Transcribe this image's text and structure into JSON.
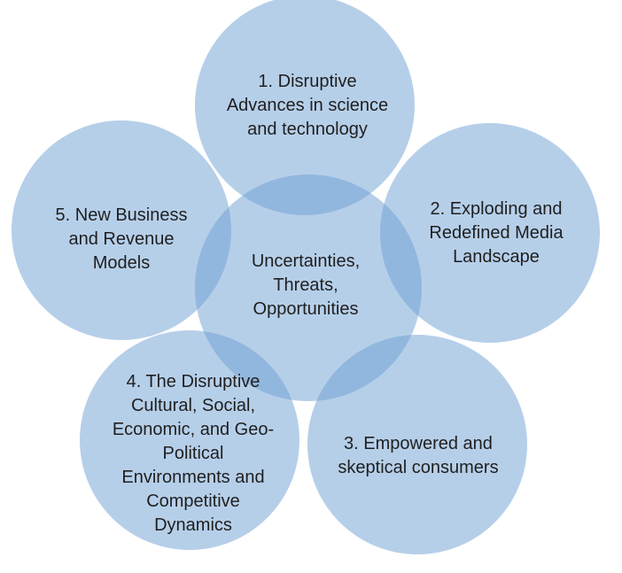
{
  "diagram": {
    "fill_color": "#6e9fd3",
    "center": {
      "lines": [
        "Uncertainties,",
        "Threats,",
        "Opportunities"
      ]
    },
    "petals": [
      {
        "lines": [
          "1. Disruptive",
          "Advances in science",
          "and technology"
        ]
      },
      {
        "lines": [
          "2. Exploding and",
          "Redefined Media",
          "Landscape"
        ]
      },
      {
        "lines": [
          "3. Empowered and",
          "skeptical consumers"
        ]
      },
      {
        "lines": [
          "4. The Disruptive",
          "Cultural, Social,",
          "Economic, and Geo-",
          "Political",
          "Environments and",
          "Competitive",
          "Dynamics"
        ]
      },
      {
        "lines": [
          "5. New Business",
          "and Revenue",
          "Models"
        ]
      }
    ]
  }
}
